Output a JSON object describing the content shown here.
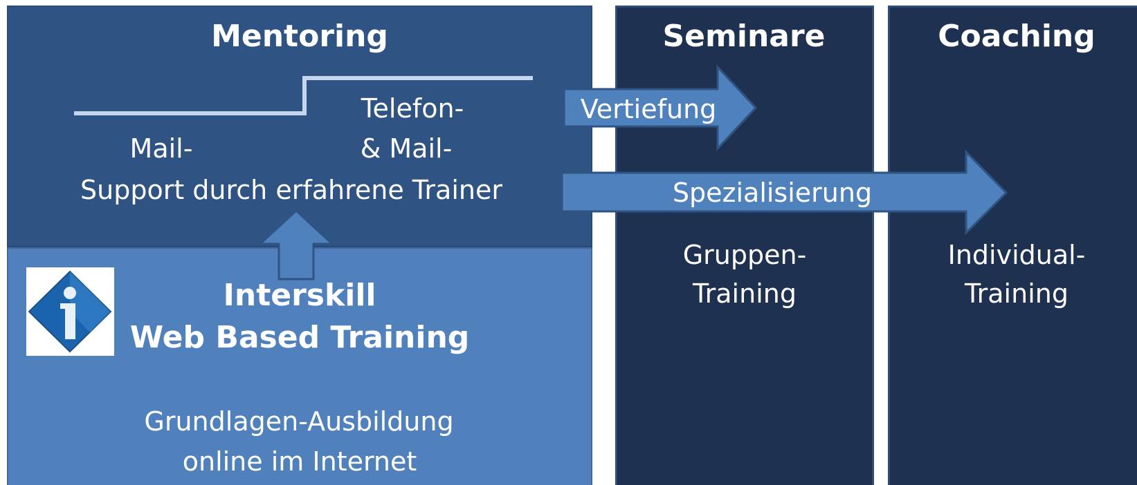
{
  "columns": {
    "mentoring": {
      "title": "Mentoring",
      "mail_label": "Mail-",
      "phone_label_1": "Telefon-",
      "phone_label_2": "& Mail-",
      "support_text": "Support durch erfahrene Trainer"
    },
    "seminare": {
      "title": "Seminare",
      "body_1": "Gruppen-",
      "body_2": "Training"
    },
    "coaching": {
      "title": "Coaching",
      "body_1": "Individual-",
      "body_2": "Training"
    }
  },
  "web_based_training": {
    "title_1": "Interskill",
    "title_2": "Web Based Training",
    "body_1": "Grundlagen-Ausbildung",
    "body_2": "online im Internet",
    "logo_icon": "interskill-logo-icon"
  },
  "arrows": {
    "vertiefung": "Vertiefung",
    "spezialisierung": "Spezialisierung"
  },
  "colors": {
    "mentoring_bg": "#2f5382",
    "wbt_bg": "#5181bd",
    "dark_column_bg": "#1f3150",
    "arrow_fill": "#4f81bd",
    "step_line": "#c6d6ef"
  }
}
